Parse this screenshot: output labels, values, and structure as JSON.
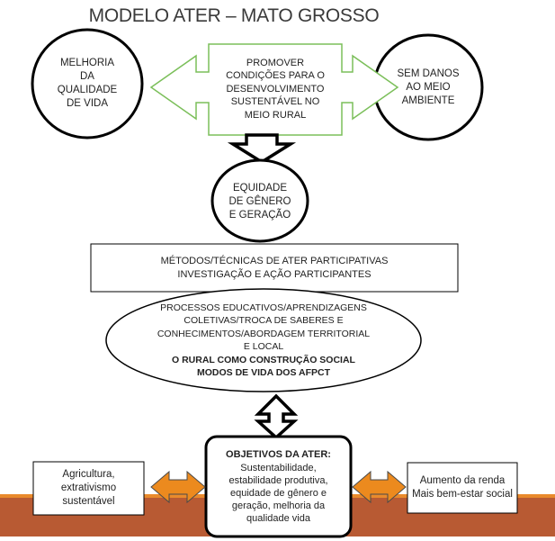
{
  "title": "MODELO ATER – MATO GROSSO",
  "left_circle": [
    "MELHORIA",
    "DA",
    "QUALIDADE",
    "DE VIDA"
  ],
  "center_box": [
    "PROMOVER",
    "CONDIÇÕES PARA O",
    "DESENVOLVIMENTO",
    "SUSTENTÁVEL NO",
    "MEIO RURAL"
  ],
  "right_circle": [
    "SEM DANOS",
    "AO MEIO",
    "AMBIENTE"
  ],
  "equity_circle": [
    "EQUIDADE",
    "DE GÊNERO",
    "E GERAÇÃO"
  ],
  "methods_box": [
    "MÉTODOS/TÉCNICAS DE ATER PARTICIPATIVAS",
    "INVESTIGAÇÃO E AÇÃO PARTICIPANTES"
  ],
  "processes_ellipse": {
    "lines": [
      "PROCESSOS EDUCATIVOS/APRENDIZAGENS",
      "COLETIVAS/TROCA DE SABERES E",
      "CONHECIMENTOS/ABORDAGEM TERRITORIAL",
      "E LOCAL"
    ],
    "bold_lines": [
      "O RURAL COMO CONSTRUÇÃO SOCIAL",
      "MODOS DE VIDA DOS AFPCT"
    ]
  },
  "objectives_box": {
    "heading": "OBJETIVOS DA ATER:",
    "lines": [
      "Sustentabilidade,",
      "estabilidade produtiva,",
      "equidade de gênero e",
      "geração, melhoria da",
      "qualidade vida"
    ]
  },
  "left_box": [
    "Agricultura,",
    "extrativismo",
    "sustentável"
  ],
  "right_box": [
    "Aumento da renda",
    "Mais bem-estar social"
  ],
  "colors": {
    "ground_brown": "#b85a33",
    "ground_orange": "#e98a2c",
    "arrow_orange": "#ec8a1e",
    "green_arrow": "#7bbf5a",
    "stroke": "#000000"
  }
}
